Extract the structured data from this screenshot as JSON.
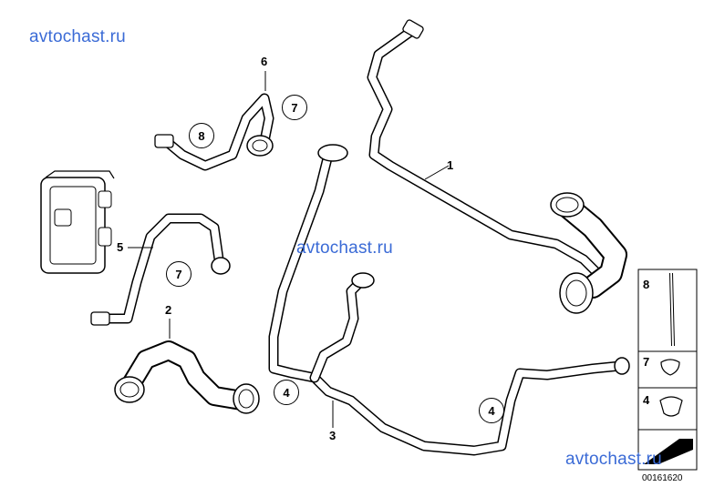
{
  "watermarks": [
    "avtochast.ru",
    "avtochast.ru",
    "avtochast.ru"
  ],
  "part_numbers": {
    "p1": "1",
    "p2": "2",
    "p3": "3",
    "p5": "5",
    "p6": "6"
  },
  "callouts": {
    "c8_top": "8",
    "c7_top": "7",
    "c7_mid": "7",
    "c4_left": "4",
    "c4_right": "4"
  },
  "legend": {
    "items": [
      "8",
      "7",
      "4"
    ]
  },
  "diagram_id": "00161620"
}
